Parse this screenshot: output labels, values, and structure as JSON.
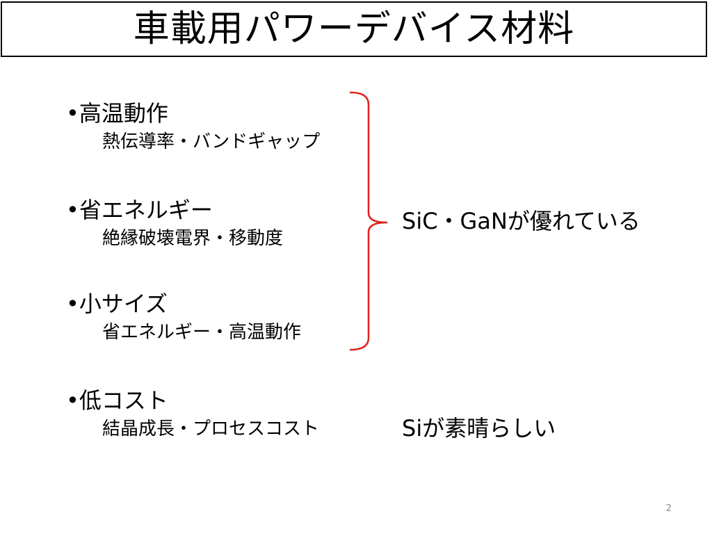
{
  "title": "車載用パワーデバイス材料",
  "items": [
    {
      "head": "•高温動作",
      "sub": "熱伝導率・バンドギャップ"
    },
    {
      "head": "•省エネルギー",
      "sub": "絶縁破壊電界・移動度"
    },
    {
      "head": "•小サイズ",
      "sub": "省エネルギー・高温動作"
    },
    {
      "head": "•低コスト",
      "sub": "結晶成長・プロセスコスト"
    }
  ],
  "notes": {
    "group": "SiC・GaNが優れている",
    "cost": "Siが素晴らしい"
  },
  "bracket_color": "#e0201b",
  "page_number": "2"
}
